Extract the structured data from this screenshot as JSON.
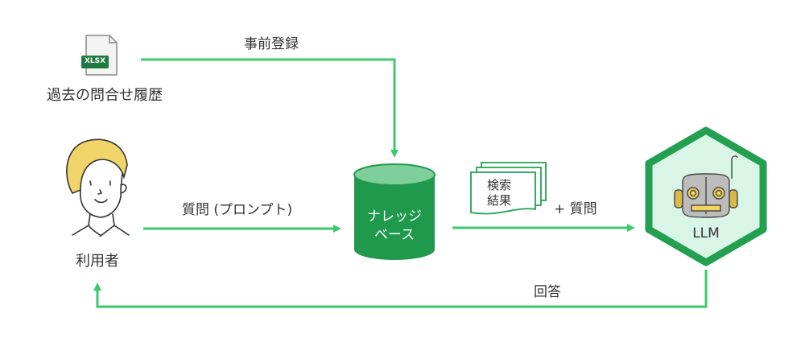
{
  "colors": {
    "arrow": "#3cc86e",
    "db_body": "#1f9a4c",
    "db_top": "#7fcf9a",
    "hex_border": "#22a050",
    "hex_fill": "#d9f5e6",
    "xlsx_badge": "#1e7a40",
    "hair": "#f0d46a"
  },
  "nodes": {
    "history": {
      "icon": "xlsx-file-icon",
      "badge": "XLSX",
      "label": "過去の問合せ履歴"
    },
    "user": {
      "icon": "person-icon",
      "label": "利用者"
    },
    "knowledge_base": {
      "icon": "database-icon",
      "line1": "ナレッジ",
      "line2": "ベース"
    },
    "search_result": {
      "icon": "documents-icon",
      "line1": "検索",
      "line2": "結果",
      "suffix": "+ 質問"
    },
    "llm": {
      "icon": "robot-icon",
      "label": "LLM"
    }
  },
  "edges": {
    "pre_register": "事前登録",
    "question": "質問 (プロンプト)",
    "answer": "回答"
  }
}
